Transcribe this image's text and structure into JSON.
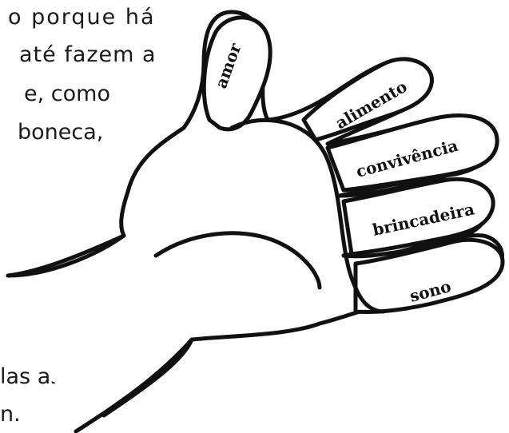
{
  "text_lines": [
    "o porque há",
    "até fazem a",
    "e, como",
    "boneca,",
    "las as",
    "n."
  ],
  "finger_labels": {
    "thumb": "amor",
    "index": "alimento",
    "middle": "convivência",
    "ring": "brincadeira",
    "pinky": "sono"
  }
}
